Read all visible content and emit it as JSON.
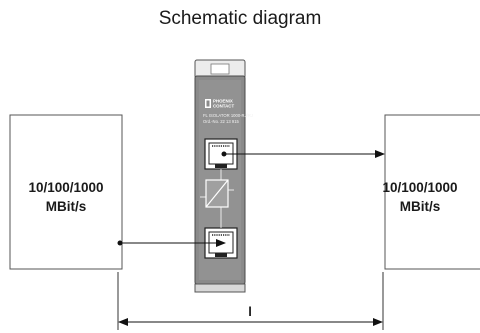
{
  "title": "Schematic diagram",
  "left_box": {
    "line1": "10/100/1000",
    "line2": "MBit/s"
  },
  "right_box": {
    "line1": "10/100/1000",
    "line2": "MBit/s"
  },
  "device": {
    "logo_line1": "PHOENIX",
    "logo_line2": "CONTACT",
    "model_line": "FL ISOLATOR 1000-RJ/RJ",
    "order_line": "Ord.-No. 22 13 915"
  },
  "dimension_label": "l"
}
